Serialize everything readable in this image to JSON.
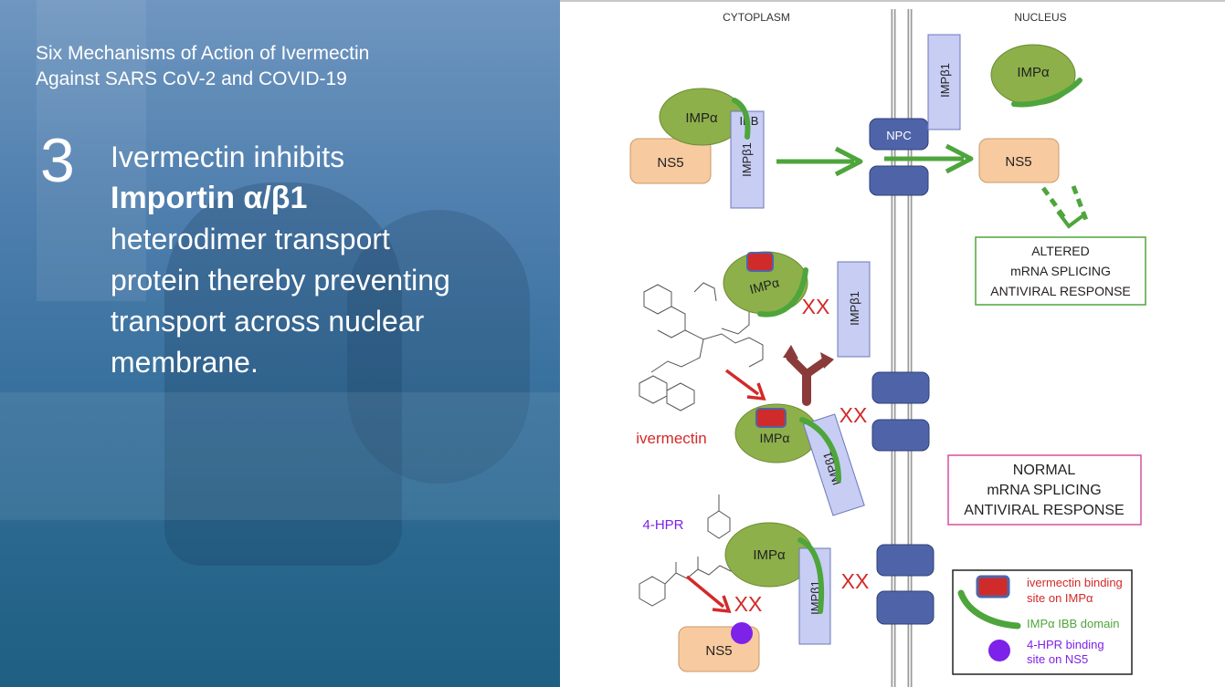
{
  "slide": {
    "subtitle_line1": "Six Mechanisms of Action of Ivermectin",
    "subtitle_line2": "Against SARS CoV-2 and COVID-19",
    "number": "3",
    "body_line1": "Ivermectin inhibits",
    "body_line2": "Importin α/β1",
    "body_line3": "heterodimer transport",
    "body_line4": "protein thereby preventing",
    "body_line5": "transport across nuclear",
    "body_line6": "membrane."
  },
  "diagram": {
    "cytoplasm": "CYTOPLASM",
    "nucleus": "NUCLEUS",
    "imp_alpha": "IMPα",
    "imp_beta": "IMPβ1",
    "ibb": "IBB",
    "ns5": "NS5",
    "npc": "NPC",
    "xx": "XX",
    "ivermectin": "ivermectin",
    "hpr": "4-HPR",
    "altered": [
      "ALTERED",
      "mRNA SPLICING",
      "ANTIVIRAL RESPONSE"
    ],
    "normal": [
      "NORMAL",
      "mRNA SPLICING",
      "ANTIVIRAL RESPONSE"
    ],
    "legend": {
      "ivm_site": [
        "ivermectin binding",
        "site on IMPα"
      ],
      "ibb_domain": "IMPα IBB domain",
      "hpr_site": [
        "4-HPR binding",
        "site on NS5"
      ]
    },
    "colors": {
      "green_blob": "#8db04a",
      "green_arrow": "#4ea53c",
      "ns5_fill": "#f8caa0",
      "imp_beta_fill": "#c7cdf3",
      "pore_fill": "#4f64a8",
      "red": "#d32a2a",
      "purple": "#7d22e8"
    }
  }
}
